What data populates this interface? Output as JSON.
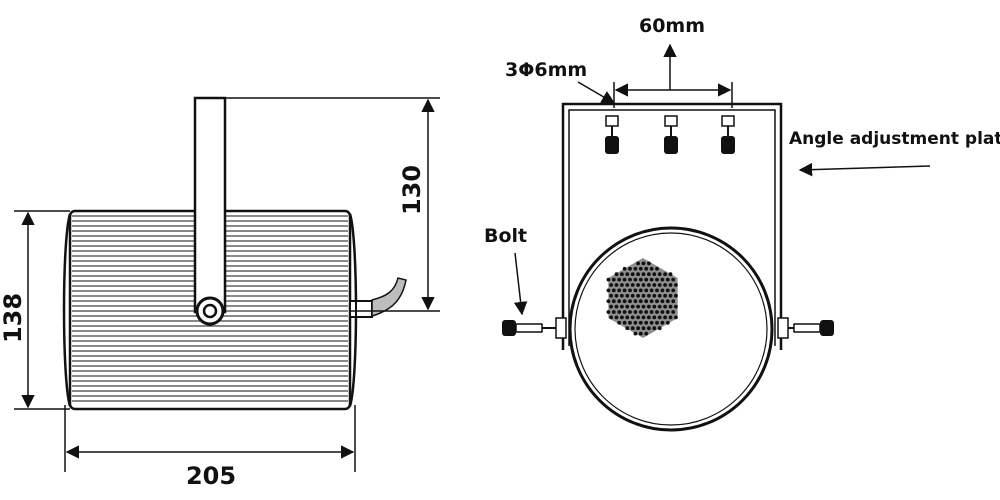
{
  "labels": {
    "width": "205",
    "height": "138",
    "bracket_height": "130",
    "hole_spacing": "60mm",
    "holes": "3Φ6mm",
    "plate": "Angle adjustment plate",
    "bolt": "Bolt"
  },
  "colors": {
    "ink": "#111111",
    "background": "#ffffff"
  }
}
